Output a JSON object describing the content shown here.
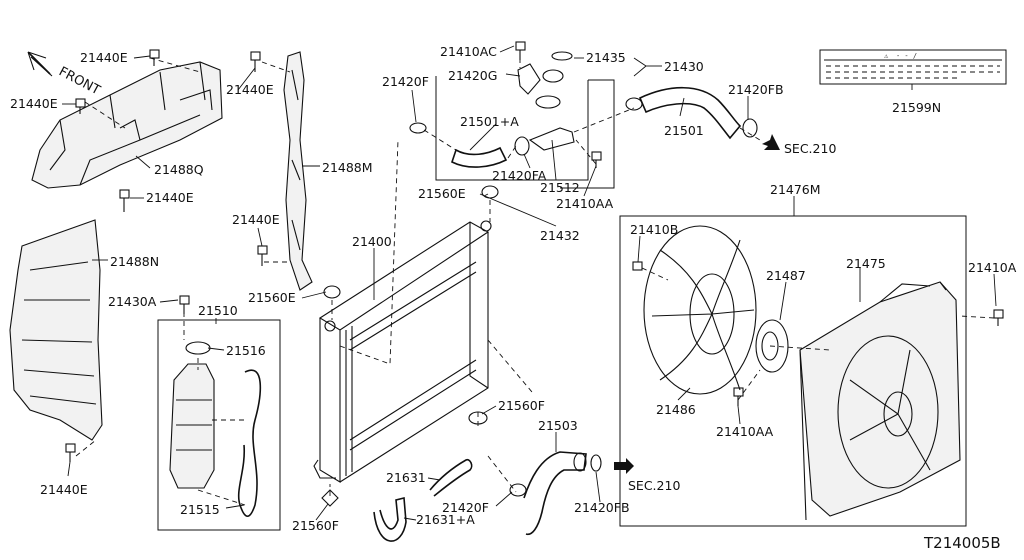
{
  "front_label": "FRONT",
  "diagram_code": "T214005B",
  "warning_label": {
    "symbol": "⚠",
    "text": "- - /"
  },
  "callouts": [
    {
      "id": "c1",
      "text": "21440E"
    },
    {
      "id": "c2",
      "text": "21440E"
    },
    {
      "id": "c3",
      "text": "21440E"
    },
    {
      "id": "c4",
      "text": "21488Q"
    },
    {
      "id": "c5",
      "text": "21440E"
    },
    {
      "id": "c6",
      "text": "21488M"
    },
    {
      "id": "c7",
      "text": "21440E"
    },
    {
      "id": "c8",
      "text": "21488N"
    },
    {
      "id": "c9",
      "text": "21430A"
    },
    {
      "id": "c10",
      "text": "21510"
    },
    {
      "id": "c11",
      "text": "21516"
    },
    {
      "id": "c12",
      "text": "21515"
    },
    {
      "id": "c13",
      "text": "21440E"
    },
    {
      "id": "c14",
      "text": "21560E"
    },
    {
      "id": "c15",
      "text": "21400"
    },
    {
      "id": "c16",
      "text": "21560F"
    },
    {
      "id": "c17",
      "text": "21410AC"
    },
    {
      "id": "c18",
      "text": "21420G"
    },
    {
      "id": "c19",
      "text": "21420F"
    },
    {
      "id": "c20",
      "text": "21501+A"
    },
    {
      "id": "c21",
      "text": "21420FA"
    },
    {
      "id": "c22",
      "text": "21512"
    },
    {
      "id": "c23",
      "text": "21410AA"
    },
    {
      "id": "c24",
      "text": "21432"
    },
    {
      "id": "c25",
      "text": "21560E"
    },
    {
      "id": "c26",
      "text": "21435"
    },
    {
      "id": "c27",
      "text": "21430"
    },
    {
      "id": "c28",
      "text": "21501"
    },
    {
      "id": "c29",
      "text": "21420FB"
    },
    {
      "id": "c30",
      "text": "SEC.210"
    },
    {
      "id": "c31",
      "text": "21599N"
    },
    {
      "id": "c32",
      "text": "21476M"
    },
    {
      "id": "c33",
      "text": "21410B"
    },
    {
      "id": "c34",
      "text": "21487"
    },
    {
      "id": "c35",
      "text": "21475"
    },
    {
      "id": "c36",
      "text": "21410A"
    },
    {
      "id": "c37",
      "text": "21486"
    },
    {
      "id": "c38",
      "text": "21410AA"
    },
    {
      "id": "c39",
      "text": "21560F"
    },
    {
      "id": "c40",
      "text": "21503"
    },
    {
      "id": "c41",
      "text": "21631"
    },
    {
      "id": "c42",
      "text": "21420F"
    },
    {
      "id": "c43",
      "text": "21631+A"
    },
    {
      "id": "c44",
      "text": "21420FB"
    },
    {
      "id": "c45",
      "text": "SEC.210"
    }
  ]
}
